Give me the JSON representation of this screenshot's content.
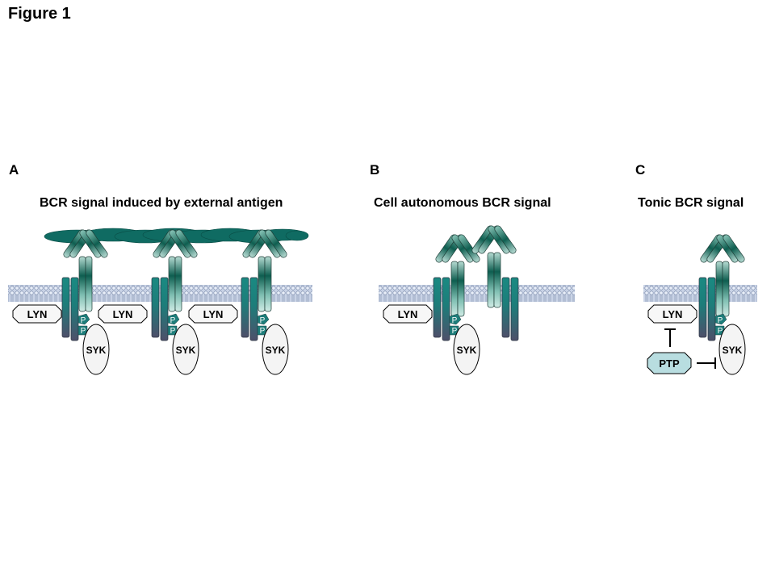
{
  "figure": {
    "title": "Figure 1"
  },
  "panels": [
    {
      "letter": "A",
      "heading": "BCR signal induced by external antigen",
      "kinases": [
        "LYN",
        "LYN",
        "LYN"
      ],
      "syk": [
        "SYK",
        "SYK",
        "SYK"
      ],
      "phospho": [
        "P",
        "P",
        "P",
        "P",
        "P",
        "P"
      ]
    },
    {
      "letter": "B",
      "heading": "Cell autonomous BCR signal",
      "kinases": [
        "LYN"
      ],
      "syk": [
        "SYK"
      ],
      "phospho": [
        "P",
        "P"
      ]
    },
    {
      "letter": "C",
      "heading": "Tonic BCR signal",
      "kinases": [
        "LYN"
      ],
      "syk": [
        "SYK"
      ],
      "phospho": [
        "P",
        "P"
      ],
      "phosphatase": "PTP"
    }
  ],
  "colors": {
    "antibody_dark": "#0e5e50",
    "antibody_light": "#bfe0d8",
    "coreceptor_top": "#1a8a82",
    "coreceptor_bottom": "#4e4f6a",
    "antigen": "#0f6b62",
    "membrane": "#b9c4d9",
    "ptp_fill": "#b8dde0"
  }
}
